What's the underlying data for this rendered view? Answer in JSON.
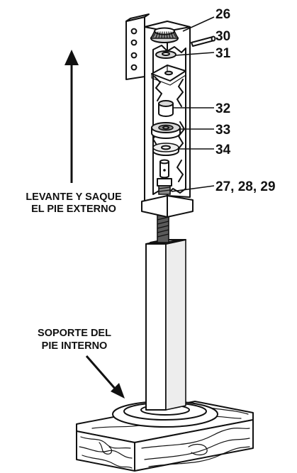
{
  "callouts": {
    "c26": "26",
    "c30": "30",
    "c31": "31",
    "c32": "32",
    "c33": "33",
    "c34": "34",
    "c27_29": "27, 28, 29"
  },
  "labels": {
    "lift_line1": "LEVANTE Y SAQUE",
    "lift_line2": "EL PIE EXTERNO",
    "support_line1": "SOPORTE DEL",
    "support_line2": "PIE INTERNO"
  },
  "icons": {
    "up_arrow": "up-arrow-icon",
    "pointer_arrow": "diagonal-arrow-icon"
  }
}
